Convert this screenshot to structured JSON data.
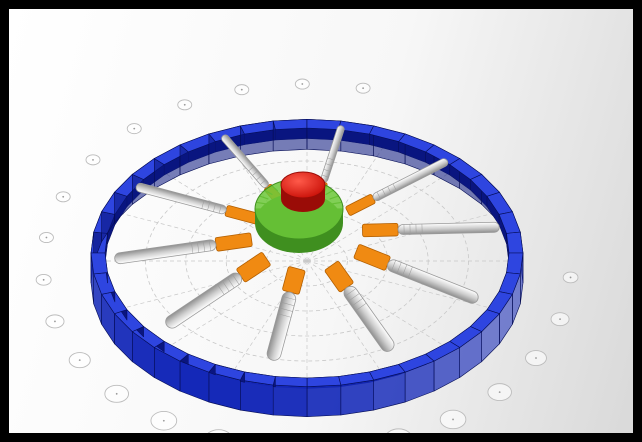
{
  "figure": {
    "type": "3d-radial-assembly",
    "spoke_count": 10,
    "rim_segment_count": 40,
    "floor_grid_rings": 5,
    "floor_grid_radials": 16,
    "outer_marker_count": 22,
    "colors": {
      "frame_border": "#000000",
      "rim": "#1428b8",
      "rim_dark": "#0a1580",
      "rim_light": "#2e45e0",
      "spoke_shaft": "#d6d6d6",
      "spoke_shaft_dark": "#9a9a9a",
      "spoke_collar": "#f08a12",
      "spoke_collar_dark": "#b35f00",
      "gear": "#6cc83a",
      "gear_dark": "#3f8f1f",
      "hub": "#e81a12",
      "hub_dark": "#9a0c07",
      "grid_line": "#c8c8c8",
      "marker_outline": "#bcbcbc"
    }
  }
}
